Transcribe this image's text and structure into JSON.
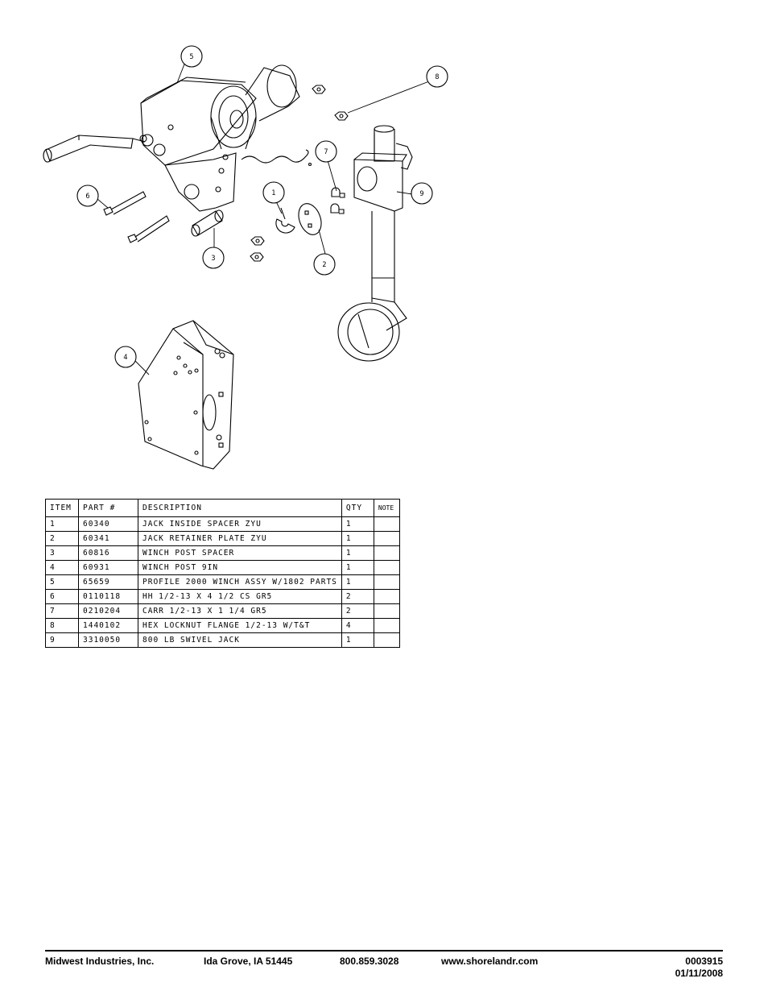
{
  "callouts": [
    "1",
    "2",
    "3",
    "4",
    "5",
    "6",
    "7",
    "8",
    "9"
  ],
  "table": {
    "headers": [
      "ITEM",
      "PART #",
      "DESCRIPTION",
      "QTY",
      "NOTE"
    ],
    "rows": [
      [
        "1",
        "60340",
        "JACK INSIDE SPACER ZYU",
        "1",
        ""
      ],
      [
        "2",
        "60341",
        "JACK RETAINER PLATE ZYU",
        "1",
        ""
      ],
      [
        "3",
        "60816",
        "WINCH POST SPACER",
        "1",
        ""
      ],
      [
        "4",
        "60931",
        "WINCH POST 9IN",
        "1",
        ""
      ],
      [
        "5",
        "65659",
        "PROFILE 2000 WINCH ASSY W/1802 PARTS",
        "1",
        ""
      ],
      [
        "6",
        "0110118",
        "HH 1/2-13 X 4 1/2 CS GR5",
        "2",
        ""
      ],
      [
        "7",
        "0210204",
        "CARR 1/2-13 X 1 1/4 GR5",
        "2",
        ""
      ],
      [
        "8",
        "1440102",
        "HEX LOCKNUT FLANGE 1/2-13 W/T&T",
        "4",
        ""
      ],
      [
        "9",
        "3310050",
        "800 LB SWIVEL JACK",
        "1",
        ""
      ]
    ]
  },
  "footer": {
    "company": "Midwest Industries, Inc.",
    "location": "Ida Grove, IA  51445",
    "phone": "800.859.3028",
    "website": "www.shorelandr.com",
    "doc_number": "0003915",
    "date": "01/11/2008"
  }
}
